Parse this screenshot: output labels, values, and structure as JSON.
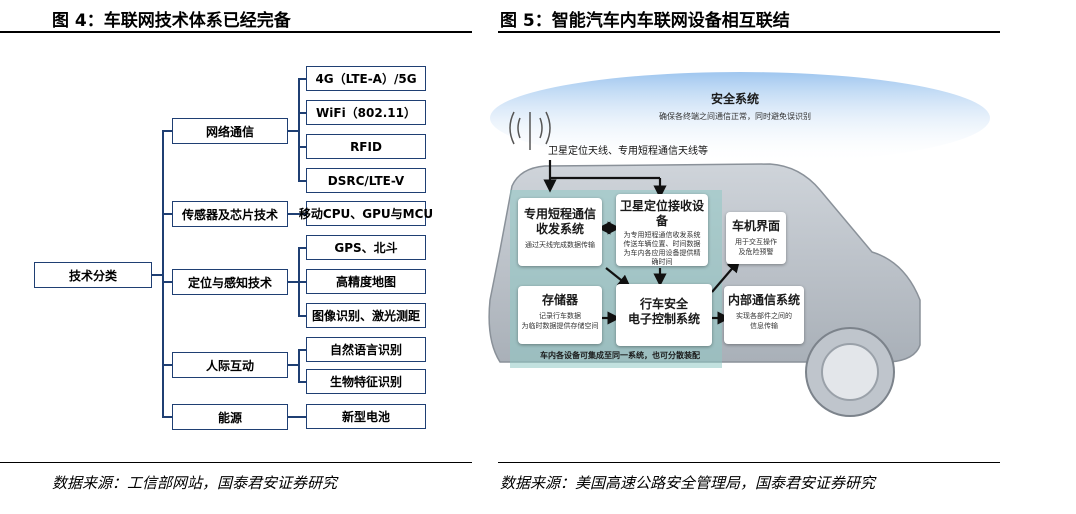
{
  "left_figure": {
    "title": "图 4：车联网技术体系已经完备",
    "source": "数据来源：工信部网站，国泰君安证券研究",
    "root": "技术分类",
    "categories": [
      {
        "label": "网络通信",
        "items": [
          "4G（LTE-A）/5G",
          "WiFi（802.11）",
          "RFID",
          "DSRC/LTE-V"
        ]
      },
      {
        "label": "传感器及芯片技术",
        "items": [
          "移动CPU、GPU与MCU"
        ]
      },
      {
        "label": "定位与感知技术",
        "items": [
          "GPS、北斗",
          "高精度地图",
          "图像识别、激光测距"
        ]
      },
      {
        "label": "人际互动",
        "items": [
          "自然语言识别",
          "生物特征识别"
        ]
      },
      {
        "label": "能源",
        "items": [
          "新型电池"
        ]
      }
    ]
  },
  "right_figure": {
    "title": "图 5：智能汽车内车联网设备相互联结",
    "source": "数据来源：美国高速公路安全管理局，国泰君安证券研究",
    "security": {
      "title": "安全系统",
      "desc": "确保各终端之间通信正常，同时避免误识别"
    },
    "antenna_label": "卫星定位天线、专用短程通信天线等",
    "modules": {
      "dsrc": {
        "title_line1": "专用短程通信",
        "title_line2": "收发系统",
        "desc": "通过天线完成数据传输"
      },
      "gnss": {
        "title": "卫星定位接收设备",
        "desc_line1": "为专用短程通信收发系统",
        "desc_line2": "传送车辆位置、时间数据",
        "desc_line3": "为车内各应用设备提供精",
        "desc_line4": "确时间"
      },
      "hmi": {
        "title": "车机界面",
        "desc_line1": "用于交互操作",
        "desc_line2": "及危险预警"
      },
      "storage": {
        "title": "存储器",
        "desc_line1": "记录行车数据",
        "desc_line2": "为临时数据提供存储空间"
      },
      "ecu": {
        "title_line1": "行车安全",
        "title_line2": "电子控制系统"
      },
      "internal": {
        "title": "内部通信系统",
        "desc_line1": "实现各部件之间的",
        "desc_line2": "信息传输"
      }
    },
    "footer_note": "车内各设备可集成至同一系统，也可分散装配"
  }
}
